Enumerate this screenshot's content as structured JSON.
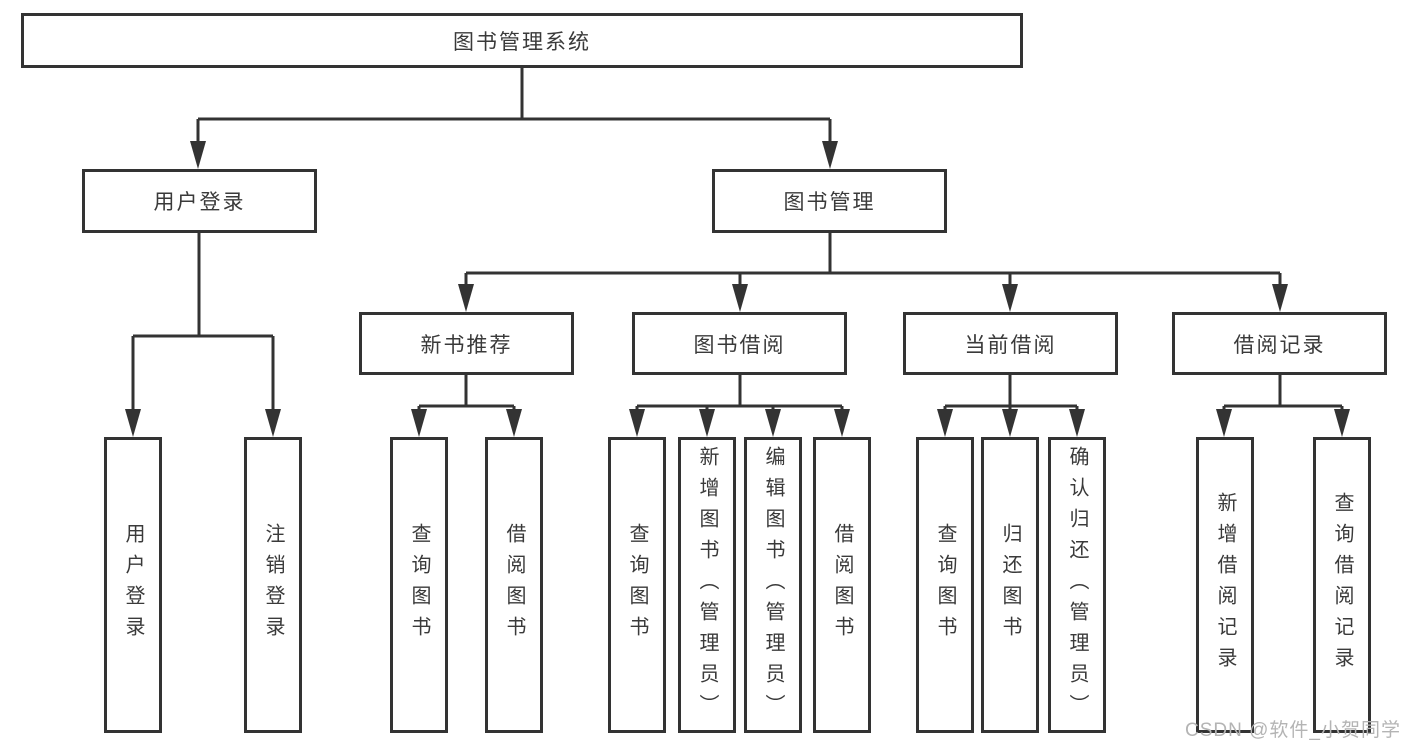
{
  "diagram_type": "hierarchy-tree",
  "colors": {
    "line": "#333333",
    "box_border": "#333333",
    "box_fill": "#ffffff",
    "text": "#3a3a3a",
    "watermark_text": "#b4b4b4",
    "background": "#ffffff"
  },
  "tree": {
    "root": {
      "label": "图书管理系统",
      "children": [
        {
          "label": "用户登录",
          "children": [
            {
              "label": "用户登录"
            },
            {
              "label": "注销登录"
            }
          ]
        },
        {
          "label": "图书管理",
          "children": [
            {
              "label": "新书推荐",
              "children": [
                {
                  "label": "查询图书"
                },
                {
                  "label": "借阅图书"
                }
              ]
            },
            {
              "label": "图书借阅",
              "children": [
                {
                  "label": "查询图书"
                },
                {
                  "label": "新增图书（管理员）"
                },
                {
                  "label": "编辑图书（管理员）"
                },
                {
                  "label": "借阅图书"
                }
              ]
            },
            {
              "label": "当前借阅",
              "children": [
                {
                  "label": "查询图书"
                },
                {
                  "label": "归还图书"
                },
                {
                  "label": "确认归还（管理员）"
                }
              ]
            },
            {
              "label": "借阅记录",
              "children": [
                {
                  "label": "新增借阅记录"
                },
                {
                  "label": "查询借阅记录"
                }
              ]
            }
          ]
        }
      ]
    }
  },
  "watermark": {
    "text": "CSDN @软件_小贺同学"
  }
}
